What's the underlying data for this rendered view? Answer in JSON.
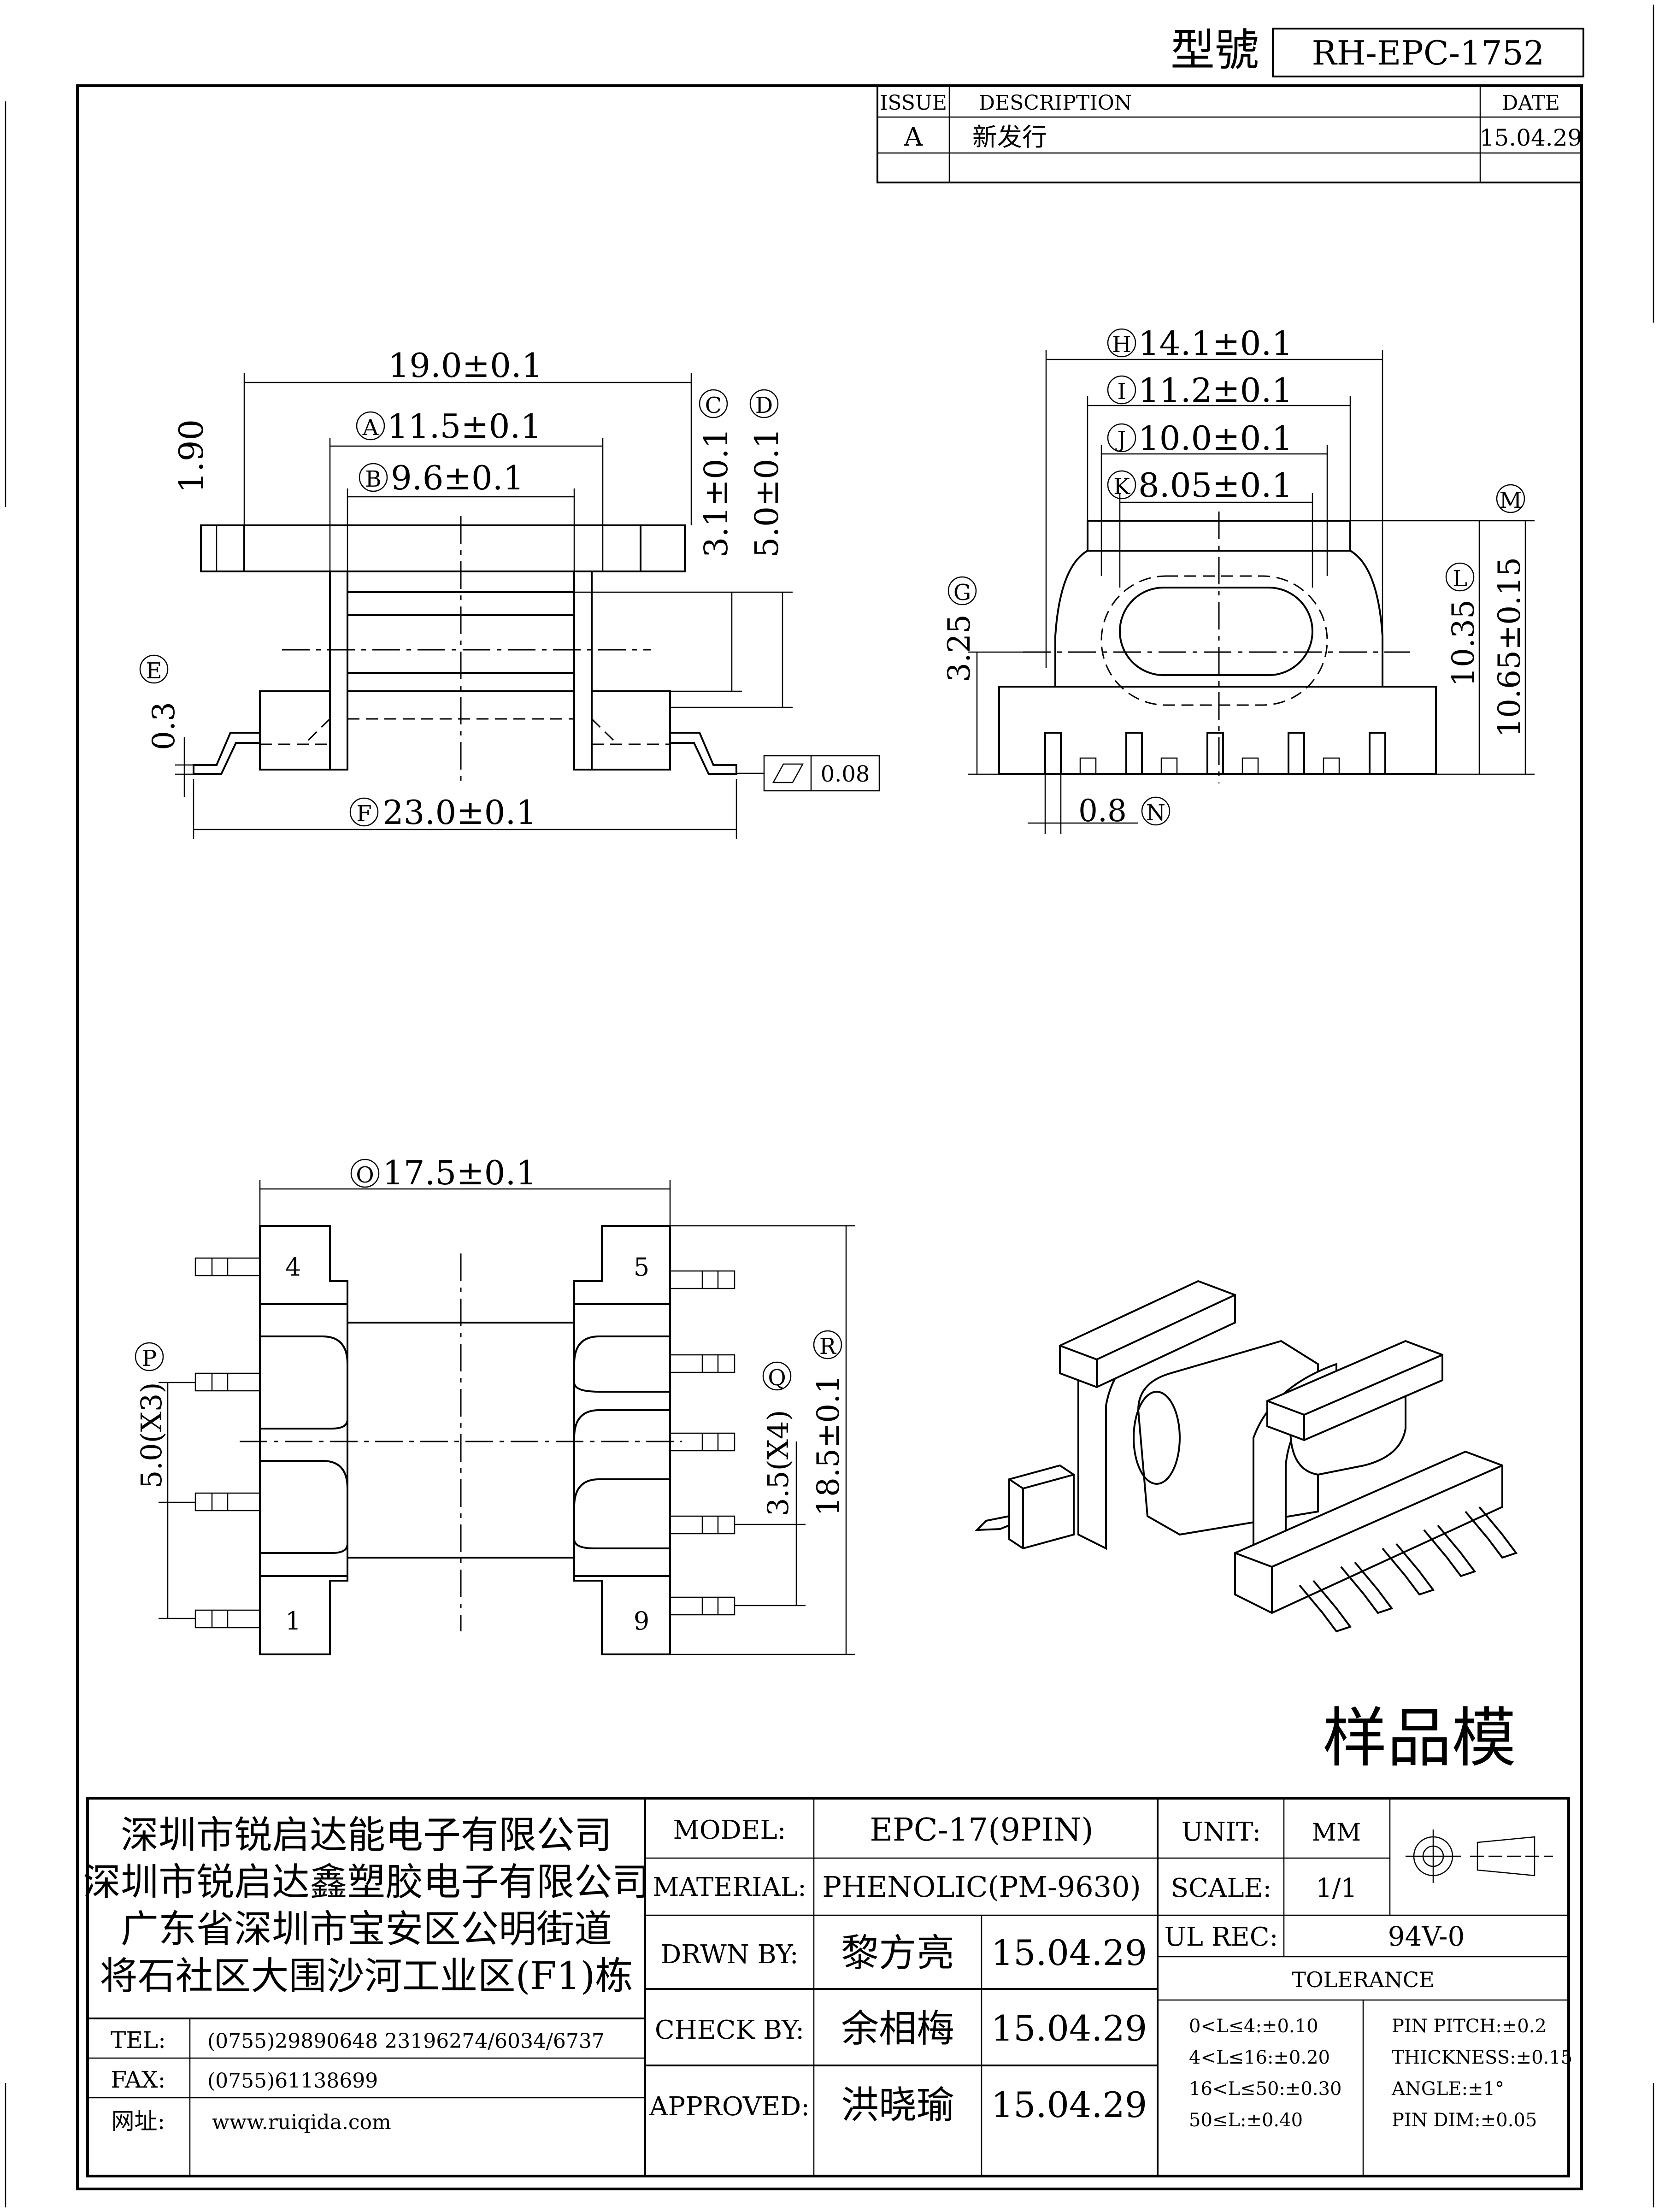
{
  "header": {
    "model_label": "型號",
    "model_no": "RH-EPC-1752"
  },
  "revision": {
    "col_issue": "ISSUE",
    "col_desc": "DESCRIPTION",
    "col_date": "DATE",
    "rows": [
      {
        "issue": "A",
        "desc": "新发行",
        "date": "15.04.29"
      }
    ]
  },
  "front_view": {
    "dim_top": "19.0±0.1",
    "dim_a": "11.5±0.1",
    "circ_a": "A",
    "dim_b": "9.6±0.1",
    "circ_b": "B",
    "circ_c": "C",
    "dim_c": "3.1±0.1",
    "circ_d": "D",
    "dim_d": "5.0±0.1",
    "dim_flange": "1.90",
    "circ_e": "E",
    "dim_e": "0.3",
    "circ_f": "F",
    "dim_f": "23.0±0.1",
    "coplanarity": "0.08"
  },
  "side_view": {
    "circ_h": "H",
    "dim_h": "14.1±0.1",
    "circ_i": "I",
    "dim_i": "11.2±0.1",
    "circ_j": "J",
    "dim_j": "10.0±0.1",
    "circ_k": "K",
    "dim_k": "8.05±0.1",
    "circ_g": "G",
    "dim_g": "3.25",
    "circ_m": "M",
    "circ_l": "L",
    "dim_l": "10.35",
    "dim_m": "10.65±0.15",
    "circ_n": "N",
    "dim_n": "0.8"
  },
  "bottom_view": {
    "circ_o": "O",
    "dim_o": "17.5±0.1",
    "circ_p": "P",
    "dim_p": "5.0(X3)",
    "circ_q": "Q",
    "dim_q": "3.5(X4)",
    "circ_r": "R",
    "dim_r": "18.5±0.1",
    "pin_4": "4",
    "pin_5": "5",
    "pin_1": "1",
    "pin_9": "9"
  },
  "sample_label": "样品模",
  "company": {
    "lines": [
      "深圳市锐启达能电子有限公司",
      "深圳市锐启达鑫塑胶电子有限公司",
      "广东省深圳市宝安区公明街道",
      "将石社区大围沙河工业区(F1)栋"
    ],
    "tel_label": "TEL:",
    "tel": "(0755)29890648  23196274/6034/6737",
    "fax_label": "FAX:",
    "fax": "(0755)61138699",
    "web_label": "网址:",
    "web": "www.ruiqida.com"
  },
  "title_block": {
    "model_label": "MODEL:",
    "model": "EPC-17(9PIN)",
    "material_label": "MATERIAL:",
    "material": "PHENOLIC(PM-9630)",
    "drawn_label": "DRWN BY:",
    "drawn_by": "黎方亮",
    "drawn_date": "15.04.29",
    "check_label": "CHECK BY:",
    "checked_by": "余相梅",
    "check_date": "15.04.29",
    "approved_label": "APPROVED:",
    "approved_by": "洪晓瑜",
    "approved_date": "15.04.29",
    "unit_label": "UNIT:",
    "unit": "MM",
    "scale_label": "SCALE:",
    "scale": "1/1",
    "ul_label": "UL REC:",
    "ul": "94V-0",
    "tolerance_label": "TOLERANCE",
    "tol_left": [
      "0<L≤4:±0.10",
      "4<L≤16:±0.20",
      "16<L≤50:±0.30",
      "50≤L:±0.40"
    ],
    "tol_right": [
      "PIN PITCH:±0.2",
      "THICKNESS:±0.15",
      "ANGLE:±1°",
      "PIN DIM:±0.05"
    ]
  }
}
